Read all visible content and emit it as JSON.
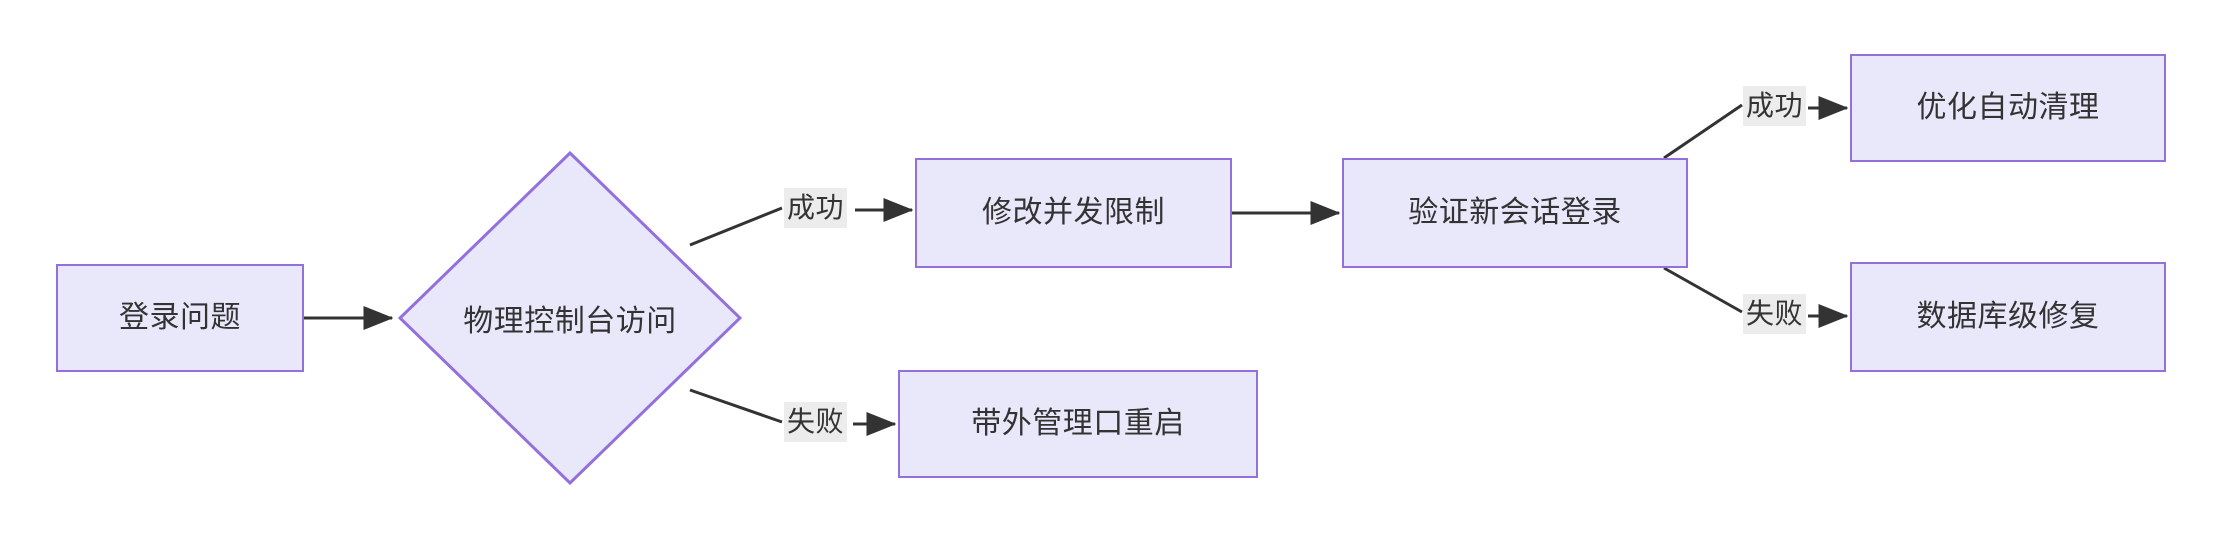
{
  "diagram": {
    "type": "flowchart",
    "direction": "left-to-right",
    "background_color": "#ffffff",
    "node_fill_color": "#e9e8fb",
    "node_border_color": "#9370db",
    "edge_color": "#333333",
    "edge_label_background": "#ececec",
    "text_color": "#333333",
    "nodes": [
      {
        "id": "n1",
        "label": "登录问题",
        "shape": "rectangle"
      },
      {
        "id": "n2",
        "label": "物理控制台访问",
        "shape": "diamond"
      },
      {
        "id": "n3",
        "label": "修改并发限制",
        "shape": "rectangle"
      },
      {
        "id": "n4",
        "label": "带外管理口重启",
        "shape": "rectangle"
      },
      {
        "id": "n5",
        "label": "验证新会话登录",
        "shape": "rectangle"
      },
      {
        "id": "n6",
        "label": "优化自动清理",
        "shape": "rectangle"
      },
      {
        "id": "n7",
        "label": "数据库级修复",
        "shape": "rectangle"
      }
    ],
    "edges": [
      {
        "from": "n1",
        "to": "n2",
        "label": ""
      },
      {
        "from": "n2",
        "to": "n3",
        "label": "成功"
      },
      {
        "from": "n2",
        "to": "n4",
        "label": "失败"
      },
      {
        "from": "n3",
        "to": "n5",
        "label": ""
      },
      {
        "from": "n5",
        "to": "n6",
        "label": "成功"
      },
      {
        "from": "n5",
        "to": "n7",
        "label": "失败"
      }
    ],
    "edge_labels": {
      "success_top": "成功",
      "failure_bottom": "失败",
      "success_right": "成功",
      "failure_right": "失败"
    }
  }
}
